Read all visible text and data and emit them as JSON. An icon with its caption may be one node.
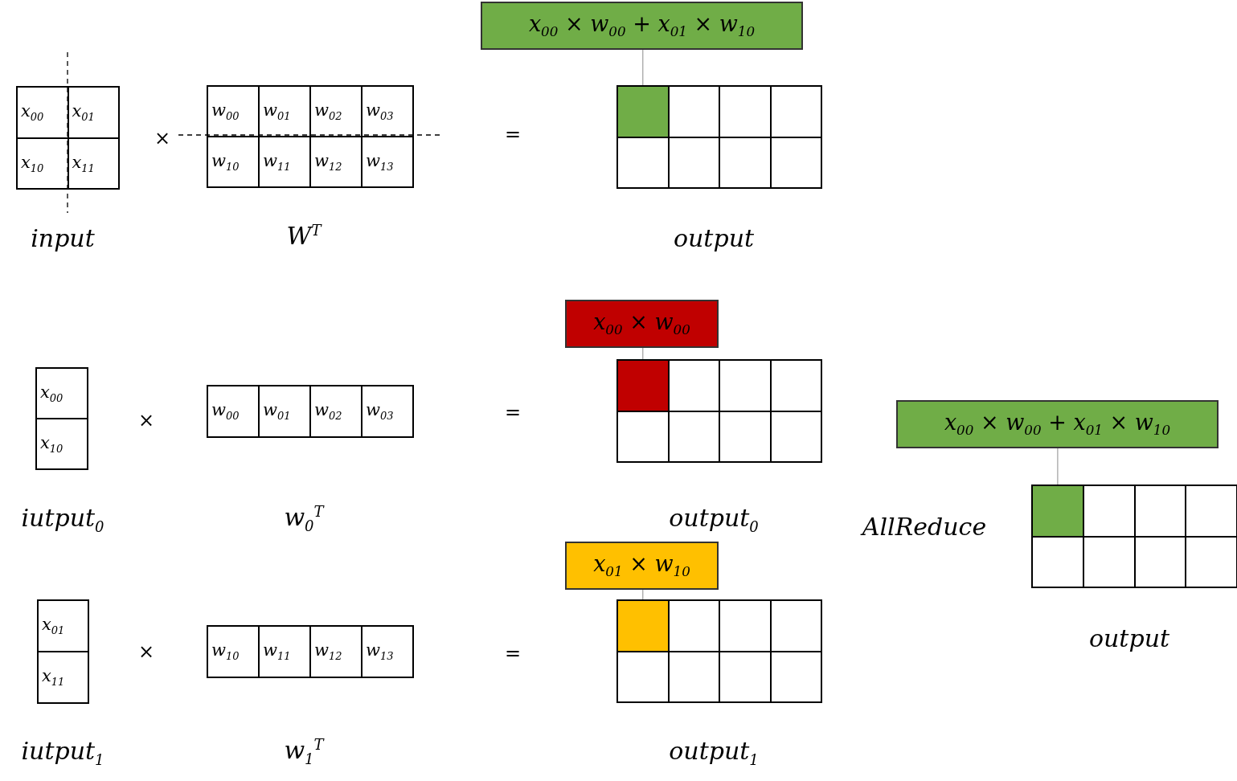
{
  "diagram": {
    "nodes": [
      {
        "text": [
          "x$_{00}$ × w$_{00}$ + x$_{01}$ × w$_{10}$"
        ]
      },
      {
        "text": [
          "x$_{00}$"
        ]
      },
      {
        "text": [
          "x$_{01}$"
        ]
      },
      {
        "text": [
          "x$_{10}$"
        ]
      },
      {
        "text": [
          "x$_{11}$"
        ]
      },
      {
        "text": [
          "w$_{00}$"
        ]
      },
      {
        "text": [
          "w$_{01}$"
        ]
      },
      {
        "text": [
          "w$_{02}$"
        ]
      },
      {
        "text": [
          "w$_{03}$"
        ]
      },
      {
        "text": [
          "w$_{10}$"
        ]
      },
      {
        "text": [
          "w$_{11}$"
        ]
      },
      {
        "text": [
          "w$_{12}$"
        ]
      },
      {
        "text": [
          "w$_{13}$"
        ]
      },
      {
        "text": [],
        "shape": "box"
      },
      {
        "text": [],
        "shape": "box"
      },
      {
        "text": [],
        "shape": "box"
      },
      {
        "text": [],
        "shape": "box"
      },
      {
        "text": [],
        "shape": "box"
      },
      {
        "text": [],
        "shape": "box"
      },
      {
        "text": [],
        "shape": "box"
      },
      {
        "text": [],
        "shape": "box"
      },
      {
        "text": [
          "x$_{00}$ × w$_{00}$"
        ]
      },
      {
        "text": [
          "x$_{00}$"
        ]
      },
      {
        "text": [
          "x$_{10}$"
        ]
      },
      {
        "text": [
          "w$_{00}$"
        ]
      },
      {
        "text": [
          "w$_{01}$"
        ]
      },
      {
        "text": [
          "w$_{02}$"
        ]
      },
      {
        "text": [
          "w$_{03}$"
        ]
      },
      {
        "text": [],
        "shape": "box"
      },
      {
        "text": [],
        "shape": "box"
      },
      {
        "text": [],
        "shape": "box"
      },
      {
        "text": [],
        "shape": "box"
      },
      {
        "text": [],
        "shape": "box"
      },
      {
        "text": [],
        "shape": "box"
      },
      {
        "text": [],
        "shape": "box"
      },
      {
        "text": [],
        "shape": "box"
      },
      {
        "text": [
          "x$_{00}$ × w$_{00}$ + x$_{01}$ × w$_{10}$"
        ]
      },
      {
        "text": [],
        "shape": "box"
      },
      {
        "text": [],
        "shape": "box"
      },
      {
        "text": [],
        "shape": "box"
      },
      {
        "text": [],
        "shape": "box"
      },
      {
        "text": [],
        "shape": "box"
      },
      {
        "text": [],
        "shape": "box"
      },
      {
        "text": [],
        "shape": "box"
      },
      {
        "text": [],
        "shape": "box"
      },
      {
        "text": [
          "x$_{01}$ × w$_{10}$"
        ]
      },
      {
        "text": [
          "x$_{01}$"
        ]
      },
      {
        "text": [
          "x$_{11}$"
        ]
      },
      {
        "text": [
          "w$_{10}$"
        ]
      },
      {
        "text": [
          "w$_{11}$"
        ]
      },
      {
        "text": [
          "w$_{12}$"
        ]
      },
      {
        "text": [
          "w$_{13}$"
        ]
      },
      {
        "text": [],
        "shape": "box"
      },
      {
        "text": [],
        "shape": "box"
      },
      {
        "text": [],
        "shape": "box"
      },
      {
        "text": [],
        "shape": "box"
      },
      {
        "text": [],
        "shape": "box"
      },
      {
        "text": [],
        "shape": "box"
      },
      {
        "text": [],
        "shape": "box"
      },
      {
        "text": [],
        "shape": "box"
      }
    ],
    "edges": [
      {
        "from": 0,
        "to": 13,
        "arrow": "none"
      },
      {
        "from": 21,
        "to": 28,
        "arrow": "none"
      },
      {
        "from": 36,
        "to": 37,
        "arrow": "none"
      },
      {
        "from": 45,
        "to": 52,
        "arrow": "none"
      }
    ],
    "labels": [
      "×",
      "=",
      "input",
      "W$^{T}$",
      "output",
      "×",
      "=",
      "iutput$_{0}$",
      "w$_{0}$$^{T}$",
      "output$_{0}$",
      "AllReduce",
      "×",
      "=",
      "output",
      "iutput$_{1}$",
      "w$_{1}$$^{T}$",
      "output$_{1}$"
    ]
  }
}
